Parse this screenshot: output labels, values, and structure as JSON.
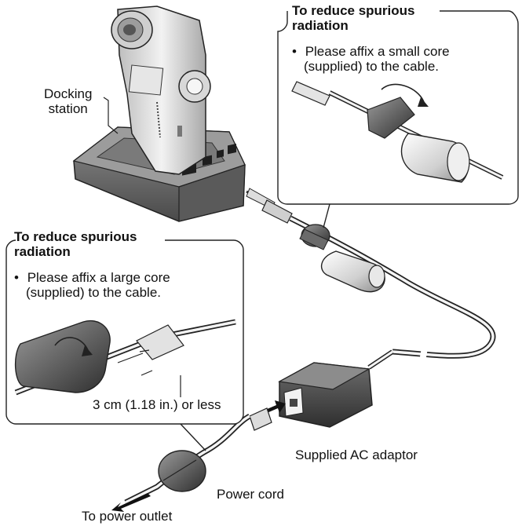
{
  "labels": {
    "docking_station": [
      "Docking",
      "station"
    ],
    "power_cord": "Power cord",
    "power_outlet": "To power outlet",
    "ac_adaptor": "Supplied AC adaptor"
  },
  "callout_small_core": {
    "title": [
      "To reduce spurious",
      "radiation"
    ],
    "bullet": "•",
    "text": [
      "Please affix a small core",
      "(supplied) to the cable."
    ]
  },
  "callout_large_core": {
    "title": [
      "To reduce spurious",
      "radiation"
    ],
    "bullet": "•",
    "text": [
      "Please affix a large core",
      "(supplied) to the cable."
    ],
    "measurement": "3 cm (1.18 in.) or less"
  }
}
